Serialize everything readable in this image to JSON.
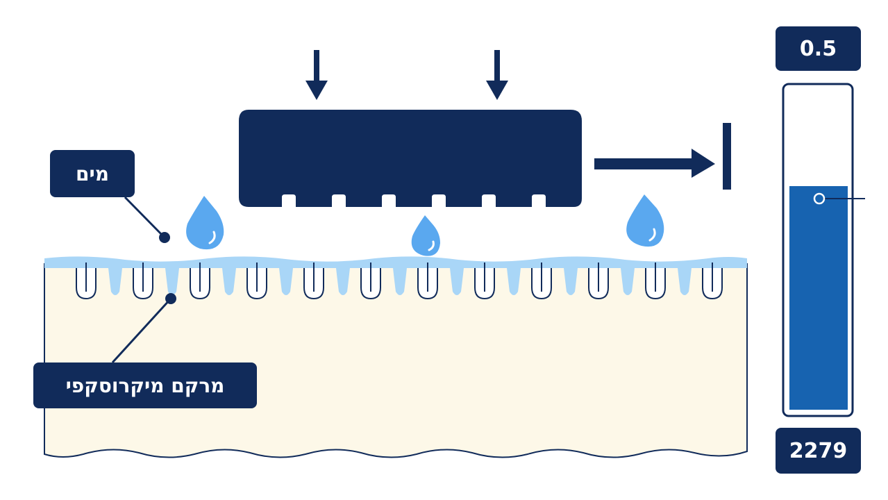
{
  "labels": {
    "water": "מים",
    "texture": "מרקם מיקרוסקפי"
  },
  "gauge": {
    "top_value": "0.5",
    "bottom_value": "2279",
    "level": 0.7
  },
  "colors": {
    "navy": "#112b5a",
    "water_blue": "#5aa8ef",
    "light_water": "#a9d6f7",
    "surface": "#fdf8e8",
    "gauge_fill": "#1763b0"
  },
  "icons": [
    "down-arrow-icon",
    "right-arrow-icon",
    "water-drop-icon"
  ]
}
